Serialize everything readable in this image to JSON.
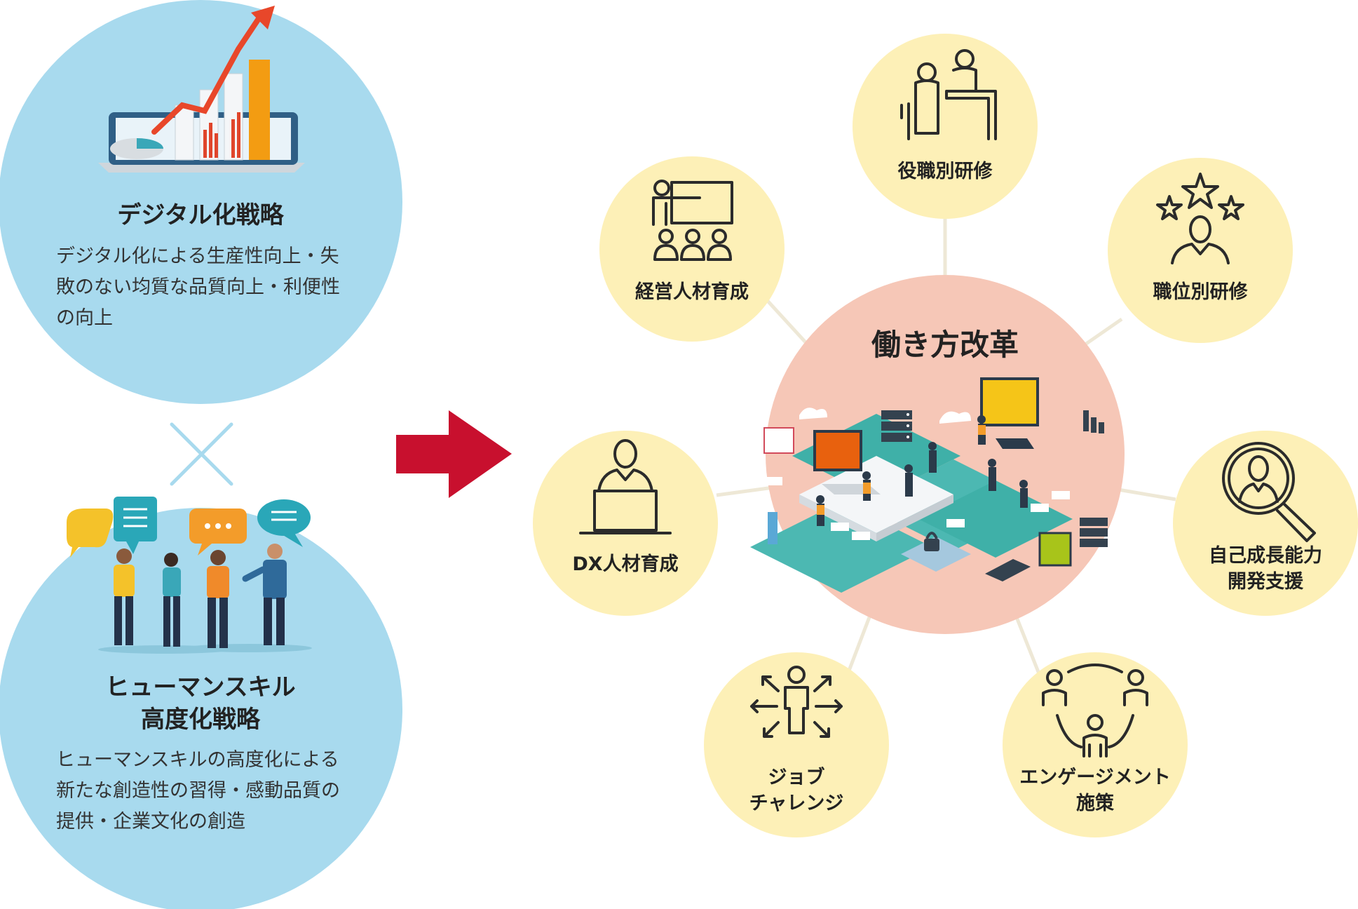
{
  "left_panels": [
    {
      "title": "デジタル化戦略",
      "description_lines": [
        "デジタル化による生産性向上・失",
        "敗のない均質な品質向上・利便性",
        "の向上"
      ],
      "illustration": "growth-chart-tablet-illustration"
    },
    {
      "title_lines": [
        "ヒューマンスキル",
        "高度化戦略"
      ],
      "description_lines": [
        "ヒューマンスキルの高度化による",
        "新たな創造性の習得・感動品質の",
        "提供・企業文化の創造"
      ],
      "illustration": "business-people-talking-illustration"
    }
  ],
  "connector_symbol": "×",
  "arrow": "right-arrow",
  "center": {
    "title": "働き方改革",
    "illustration": "isometric-digital-workplace-illustration"
  },
  "nodes": [
    {
      "id": "yakushoku",
      "lines": [
        "役職別研修"
      ],
      "icon": "meeting-desk-icon"
    },
    {
      "id": "keiei",
      "lines": [
        "経営人材育成"
      ],
      "icon": "presentation-board-icon"
    },
    {
      "id": "shokui",
      "lines": [
        "職位別研修"
      ],
      "icon": "person-stars-icon"
    },
    {
      "id": "dx",
      "lines": [
        "DX人材育成"
      ],
      "icon": "person-laptop-icon"
    },
    {
      "id": "jiko",
      "lines": [
        "自己成長能力",
        "開発支援"
      ],
      "icon": "person-magnifier-icon"
    },
    {
      "id": "job",
      "lines": [
        "ジョブ",
        "チャレンジ"
      ],
      "icon": "person-arrows-icon"
    },
    {
      "id": "engage",
      "lines": [
        "エンゲージメント",
        "施策"
      ],
      "icon": "people-cycle-icon"
    }
  ],
  "colors": {
    "left_circle": "#a8daee",
    "center_circle": "#f6c7b7",
    "node_circle": "#fdf0b7",
    "arrow": "#c8102e",
    "cross": "#a8daee",
    "spoke": "#eee8d6",
    "icon_stroke": "#2b2b2b"
  }
}
